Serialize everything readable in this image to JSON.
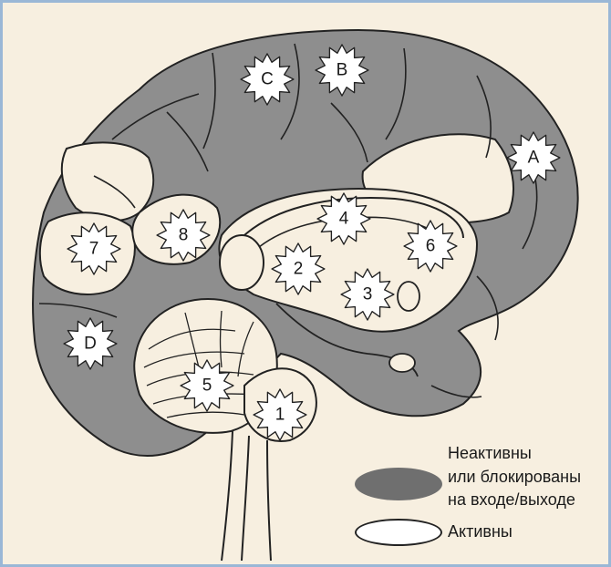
{
  "colors": {
    "inactive": "#8e8e8e",
    "active": "#f7efe0",
    "background": "#f7efe0",
    "border": "#9ab7d6",
    "outline": "#222222"
  },
  "markers": {
    "A": "A",
    "B": "B",
    "C": "C",
    "D": "D",
    "n1": "1",
    "n2": "2",
    "n3": "3",
    "n4": "4",
    "n5": "5",
    "n6": "6",
    "n7": "7",
    "n8": "8"
  },
  "legend": {
    "inactive": [
      "Неактивны",
      "или блокированы",
      "на входе/выходе"
    ],
    "active": "Активны"
  }
}
